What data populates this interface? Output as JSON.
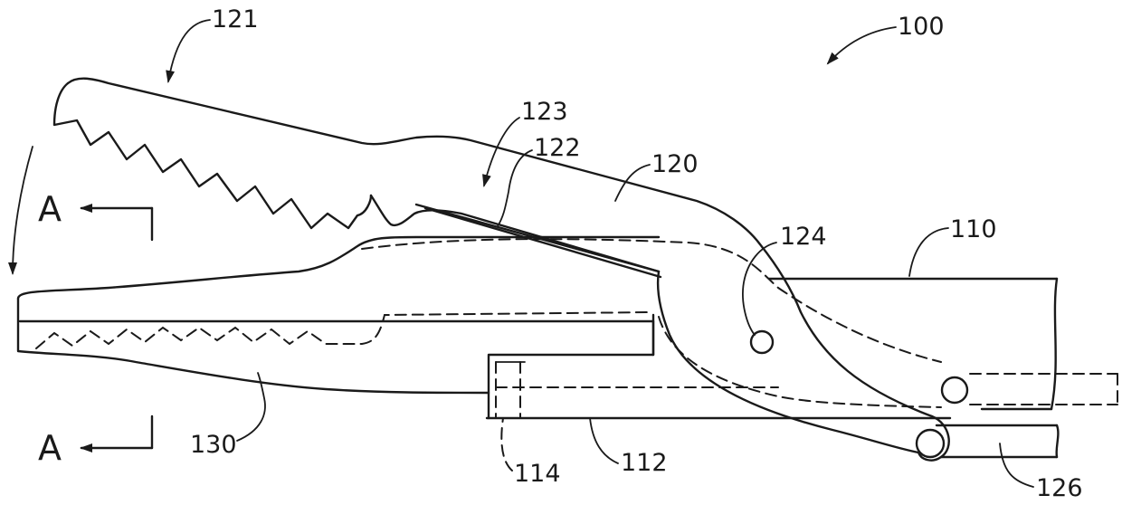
{
  "figure": {
    "reference_numerals": {
      "device": "100",
      "sheath": "110",
      "sheath_distal_portion": "112",
      "sheath_opening": "114",
      "first_jaw": "120",
      "jaw_tip": "121",
      "jaw_slot": "122",
      "jaw_channel": "123",
      "pivot_pin": "124",
      "actuator_rod": "126",
      "second_jaw": "130"
    },
    "section_labels": {
      "upper": "A",
      "lower": "A"
    }
  }
}
